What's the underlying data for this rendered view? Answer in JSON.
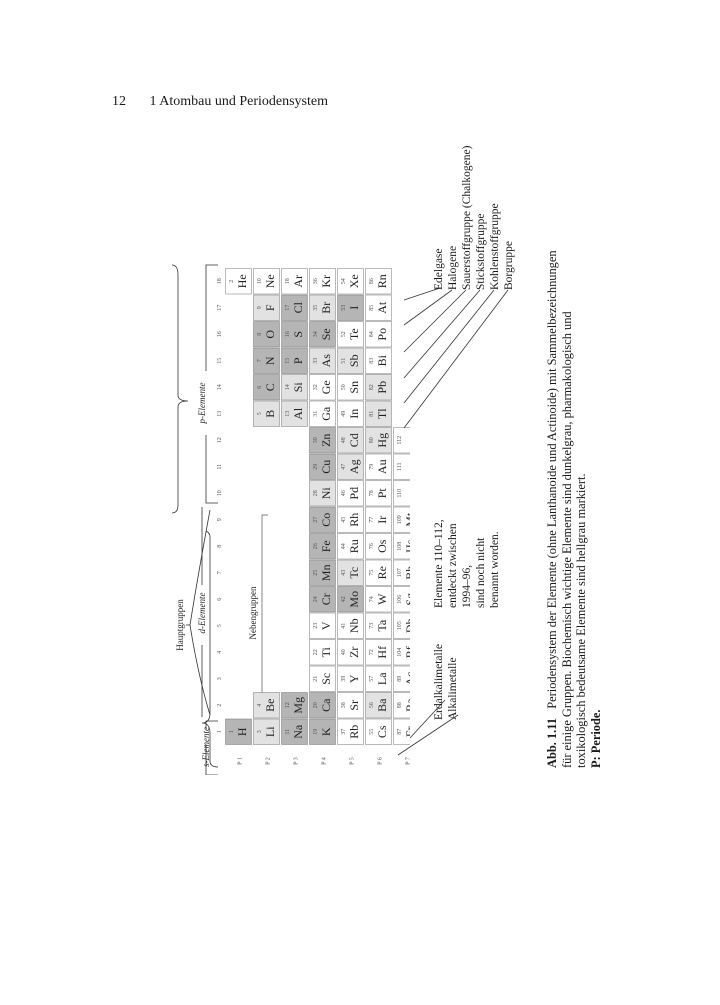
{
  "header": {
    "page_number": "12",
    "chapter_title": "1 Atombau und Periodensystem"
  },
  "colors": {
    "dark": "#b5b5b5",
    "light": "#e2e2e2",
    "white": "#ffffff",
    "line": "#777777"
  },
  "group_numbers": [
    "1",
    "2",
    "3",
    "4",
    "5",
    "6",
    "7",
    "8",
    "9",
    "10",
    "11",
    "12",
    "13",
    "14",
    "15",
    "16",
    "17",
    "18"
  ],
  "period_labels": [
    "P 1",
    "P 2",
    "P 3",
    "P 4",
    "P 5",
    "P 6",
    "P 7"
  ],
  "block_labels": {
    "s": "s-Elemente",
    "d": "d-Elemente",
    "p": "p-Elemente"
  },
  "group_labels": {
    "main": "Hauptgruppen",
    "sub": "Nebengruppen"
  },
  "elements": [
    {
      "z": "1",
      "s": "H",
      "p": 1,
      "g": 1,
      "c": "dark"
    },
    {
      "z": "2",
      "s": "He",
      "p": 1,
      "g": 18,
      "c": "white"
    },
    {
      "z": "3",
      "s": "Li",
      "p": 2,
      "g": 1,
      "c": "light"
    },
    {
      "z": "4",
      "s": "Be",
      "p": 2,
      "g": 2,
      "c": "light"
    },
    {
      "z": "5",
      "s": "B",
      "p": 2,
      "g": 13,
      "c": "light"
    },
    {
      "z": "6",
      "s": "C",
      "p": 2,
      "g": 14,
      "c": "dark"
    },
    {
      "z": "7",
      "s": "N",
      "p": 2,
      "g": 15,
      "c": "dark"
    },
    {
      "z": "8",
      "s": "O",
      "p": 2,
      "g": 16,
      "c": "dark"
    },
    {
      "z": "9",
      "s": "F",
      "p": 2,
      "g": 17,
      "c": "light"
    },
    {
      "z": "10",
      "s": "Ne",
      "p": 2,
      "g": 18,
      "c": "white"
    },
    {
      "z": "11",
      "s": "Na",
      "p": 3,
      "g": 1,
      "c": "dark"
    },
    {
      "z": "12",
      "s": "Mg",
      "p": 3,
      "g": 2,
      "c": "dark"
    },
    {
      "z": "13",
      "s": "Al",
      "p": 3,
      "g": 13,
      "c": "light"
    },
    {
      "z": "14",
      "s": "Si",
      "p": 3,
      "g": 14,
      "c": "light"
    },
    {
      "z": "15",
      "s": "P",
      "p": 3,
      "g": 15,
      "c": "dark"
    },
    {
      "z": "16",
      "s": "S",
      "p": 3,
      "g": 16,
      "c": "dark"
    },
    {
      "z": "17",
      "s": "Cl",
      "p": 3,
      "g": 17,
      "c": "dark"
    },
    {
      "z": "18",
      "s": "Ar",
      "p": 3,
      "g": 18,
      "c": "white"
    },
    {
      "z": "19",
      "s": "K",
      "p": 4,
      "g": 1,
      "c": "dark"
    },
    {
      "z": "20",
      "s": "Ca",
      "p": 4,
      "g": 2,
      "c": "dark"
    },
    {
      "z": "21",
      "s": "Sc",
      "p": 4,
      "g": 3,
      "c": "white"
    },
    {
      "z": "22",
      "s": "Ti",
      "p": 4,
      "g": 4,
      "c": "white"
    },
    {
      "z": "23",
      "s": "V",
      "p": 4,
      "g": 5,
      "c": "white"
    },
    {
      "z": "24",
      "s": "Cr",
      "p": 4,
      "g": 6,
      "c": "dark"
    },
    {
      "z": "25",
      "s": "Mn",
      "p": 4,
      "g": 7,
      "c": "dark"
    },
    {
      "z": "26",
      "s": "Fe",
      "p": 4,
      "g": 8,
      "c": "dark"
    },
    {
      "z": "27",
      "s": "Co",
      "p": 4,
      "g": 9,
      "c": "dark"
    },
    {
      "z": "28",
      "s": "Ni",
      "p": 4,
      "g": 10,
      "c": "light"
    },
    {
      "z": "29",
      "s": "Cu",
      "p": 4,
      "g": 11,
      "c": "dark"
    },
    {
      "z": "30",
      "s": "Zn",
      "p": 4,
      "g": 12,
      "c": "dark"
    },
    {
      "z": "31",
      "s": "Ga",
      "p": 4,
      "g": 13,
      "c": "white"
    },
    {
      "z": "32",
      "s": "Ge",
      "p": 4,
      "g": 14,
      "c": "white"
    },
    {
      "z": "33",
      "s": "As",
      "p": 4,
      "g": 15,
      "c": "light"
    },
    {
      "z": "34",
      "s": "Se",
      "p": 4,
      "g": 16,
      "c": "dark"
    },
    {
      "z": "35",
      "s": "Br",
      "p": 4,
      "g": 17,
      "c": "light"
    },
    {
      "z": "36",
      "s": "Kr",
      "p": 4,
      "g": 18,
      "c": "white"
    },
    {
      "z": "37",
      "s": "Rb",
      "p": 5,
      "g": 1,
      "c": "white"
    },
    {
      "z": "38",
      "s": "Sr",
      "p": 5,
      "g": 2,
      "c": "white"
    },
    {
      "z": "39",
      "s": "Y",
      "p": 5,
      "g": 3,
      "c": "white"
    },
    {
      "z": "40",
      "s": "Zr",
      "p": 5,
      "g": 4,
      "c": "white"
    },
    {
      "z": "41",
      "s": "Nb",
      "p": 5,
      "g": 5,
      "c": "white"
    },
    {
      "z": "42",
      "s": "Mo",
      "p": 5,
      "g": 6,
      "c": "dark"
    },
    {
      "z": "43",
      "s": "Tc",
      "p": 5,
      "g": 7,
      "c": "light"
    },
    {
      "z": "44",
      "s": "Ru",
      "p": 5,
      "g": 8,
      "c": "white"
    },
    {
      "z": "45",
      "s": "Rh",
      "p": 5,
      "g": 9,
      "c": "white"
    },
    {
      "z": "46",
      "s": "Pd",
      "p": 5,
      "g": 10,
      "c": "white"
    },
    {
      "z": "47",
      "s": "Ag",
      "p": 5,
      "g": 11,
      "c": "light"
    },
    {
      "z": "48",
      "s": "Cd",
      "p": 5,
      "g": 12,
      "c": "light"
    },
    {
      "z": "49",
      "s": "In",
      "p": 5,
      "g": 13,
      "c": "white"
    },
    {
      "z": "50",
      "s": "Sn",
      "p": 5,
      "g": 14,
      "c": "white"
    },
    {
      "z": "51",
      "s": "Sb",
      "p": 5,
      "g": 15,
      "c": "light"
    },
    {
      "z": "52",
      "s": "Te",
      "p": 5,
      "g": 16,
      "c": "white"
    },
    {
      "z": "53",
      "s": "I",
      "p": 5,
      "g": 17,
      "c": "dark"
    },
    {
      "z": "54",
      "s": "Xe",
      "p": 5,
      "g": 18,
      "c": "white"
    },
    {
      "z": "55",
      "s": "Cs",
      "p": 6,
      "g": 1,
      "c": "white"
    },
    {
      "z": "56",
      "s": "Ba",
      "p": 6,
      "g": 2,
      "c": "light"
    },
    {
      "z": "57",
      "s": "La",
      "p": 6,
      "g": 3,
      "c": "white"
    },
    {
      "z": "72",
      "s": "Hf",
      "p": 6,
      "g": 4,
      "c": "white"
    },
    {
      "z": "73",
      "s": "Ta",
      "p": 6,
      "g": 5,
      "c": "white"
    },
    {
      "z": "74",
      "s": "W",
      "p": 6,
      "g": 6,
      "c": "white"
    },
    {
      "z": "75",
      "s": "Re",
      "p": 6,
      "g": 7,
      "c": "white"
    },
    {
      "z": "76",
      "s": "Os",
      "p": 6,
      "g": 8,
      "c": "white"
    },
    {
      "z": "77",
      "s": "Ir",
      "p": 6,
      "g": 9,
      "c": "white"
    },
    {
      "z": "78",
      "s": "Pt",
      "p": 6,
      "g": 10,
      "c": "white"
    },
    {
      "z": "79",
      "s": "Au",
      "p": 6,
      "g": 11,
      "c": "white"
    },
    {
      "z": "80",
      "s": "Hg",
      "p": 6,
      "g": 12,
      "c": "light"
    },
    {
      "z": "81",
      "s": "Tl",
      "p": 6,
      "g": 13,
      "c": "light"
    },
    {
      "z": "82",
      "s": "Pb",
      "p": 6,
      "g": 14,
      "c": "light"
    },
    {
      "z": "83",
      "s": "Bi",
      "p": 6,
      "g": 15,
      "c": "white"
    },
    {
      "z": "84",
      "s": "Po",
      "p": 6,
      "g": 16,
      "c": "white"
    },
    {
      "z": "85",
      "s": "At",
      "p": 6,
      "g": 17,
      "c": "white"
    },
    {
      "z": "86",
      "s": "Rn",
      "p": 6,
      "g": 18,
      "c": "white"
    },
    {
      "z": "87",
      "s": "Fr",
      "p": 7,
      "g": 1,
      "c": "white"
    },
    {
      "z": "88",
      "s": "Ra",
      "p": 7,
      "g": 2,
      "c": "white"
    },
    {
      "z": "89",
      "s": "Ac",
      "p": 7,
      "g": 3,
      "c": "white"
    },
    {
      "z": "104",
      "s": "Rf",
      "p": 7,
      "g": 4,
      "c": "white"
    },
    {
      "z": "105",
      "s": "Db",
      "p": 7,
      "g": 5,
      "c": "white"
    },
    {
      "z": "106",
      "s": "Sg",
      "p": 7,
      "g": 6,
      "c": "white"
    },
    {
      "z": "107",
      "s": "Bh",
      "p": 7,
      "g": 7,
      "c": "white"
    },
    {
      "z": "108",
      "s": "Hs",
      "p": 7,
      "g": 8,
      "c": "white"
    },
    {
      "z": "109",
      "s": "Mt",
      "p": 7,
      "g": 9,
      "c": "white"
    },
    {
      "z": "110",
      "s": "",
      "p": 7,
      "g": 10,
      "c": "white"
    },
    {
      "z": "111",
      "s": "",
      "p": 7,
      "g": 11,
      "c": "white"
    },
    {
      "z": "112",
      "s": "",
      "p": 7,
      "g": 12,
      "c": "white"
    }
  ],
  "annotations": {
    "alkali": "Alkalimetalle",
    "earth_alkali": "Erdalkalimetalle",
    "new_elements": [
      "Elemente 110–112,",
      "entdeckt zwischen",
      "1994–96,",
      "sind noch nicht",
      "benannt worden."
    ],
    "families": [
      "Edelgase",
      "Halogene",
      "Sauerstoffgruppe (Chalkogene)",
      "Stickstoffgruppe",
      "Kohlenstoffgruppe",
      "Borgruppe"
    ]
  },
  "caption": {
    "label": "Abb. 1.11",
    "text": "Periodensystem der Elemente (ohne Lanthanoide und Actinoide) mit Sammelbezeichnungen für einige Gruppen. Biochemisch wichtige Elemente sind dunkelgrau, pharmakologisch und toxikologisch bedeutsame Elemente sind hellgrau markiert.",
    "note": "P: Periode."
  }
}
